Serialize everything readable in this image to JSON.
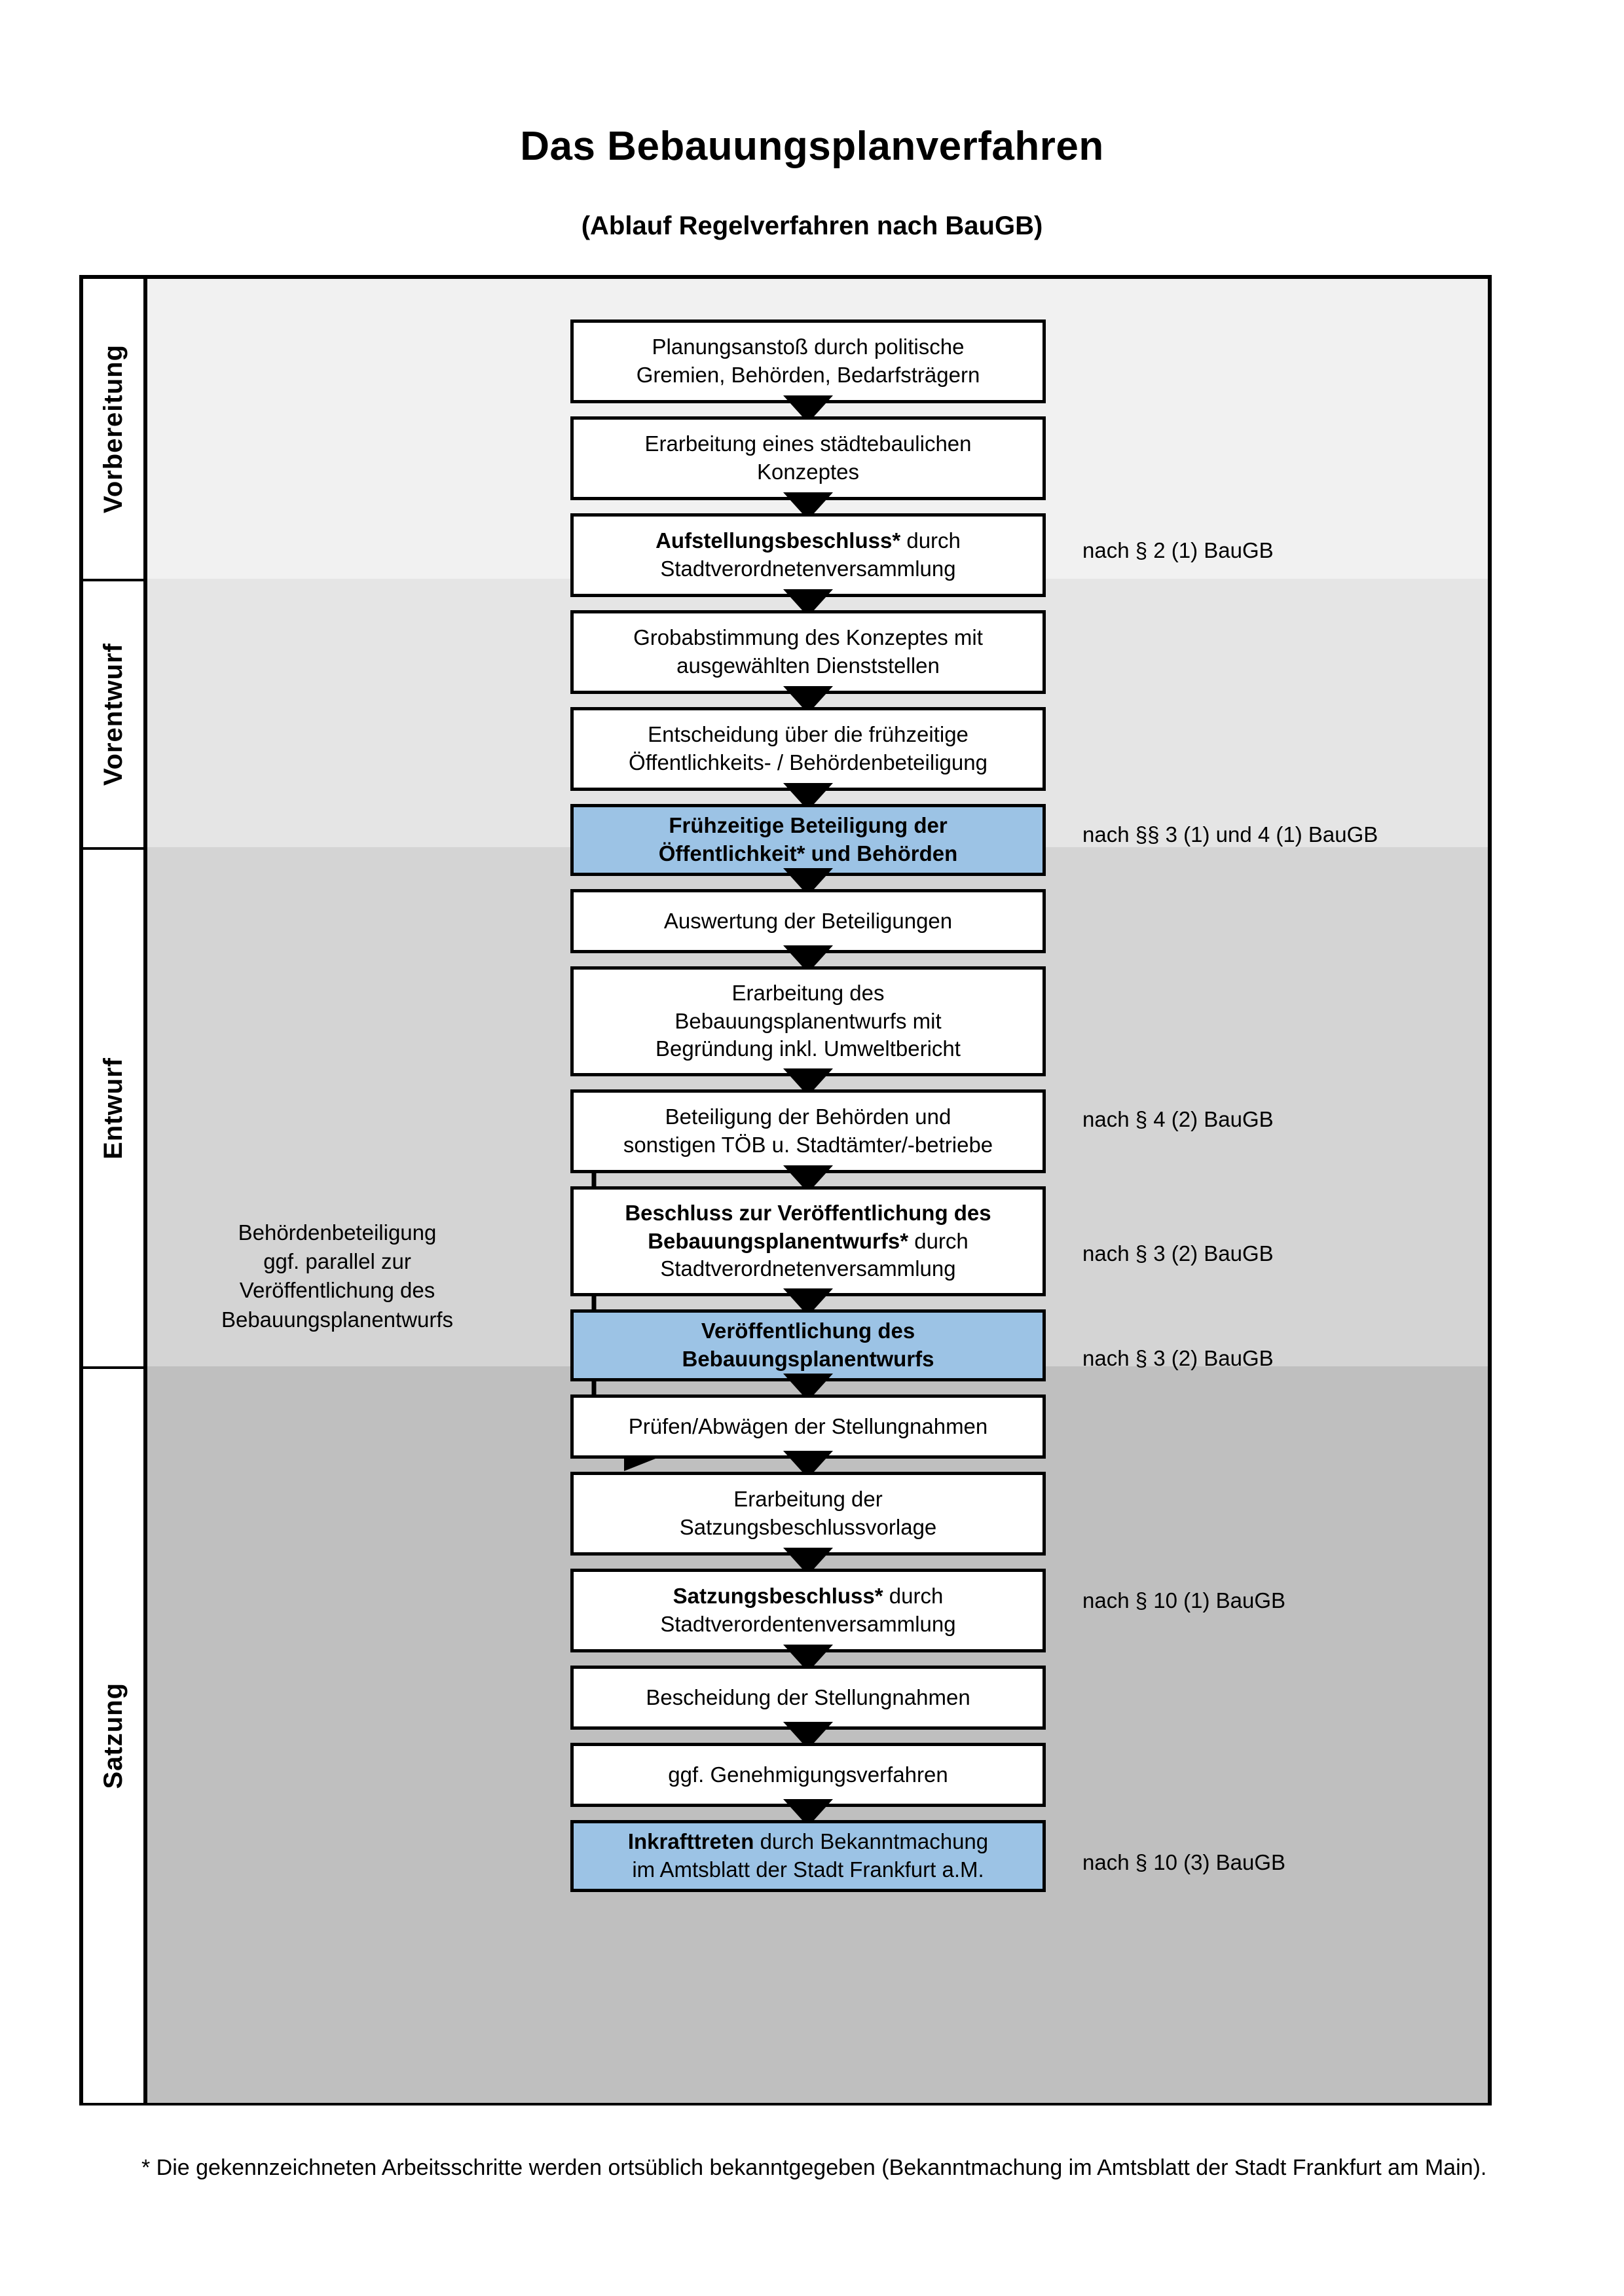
{
  "title": "Das Bebauungsplanverfahren",
  "subtitle": "(Ablauf Regelverfahren nach BauGB)",
  "phases": [
    {
      "label": "Vorbereitung",
      "bg": "#F1F1F1"
    },
    {
      "label": "Vorentwurf",
      "bg": "#E5E5E5"
    },
    {
      "label": "Entwurf",
      "bg": "#D4D4D4"
    },
    {
      "label": "Satzung",
      "bg": "#BFBFBF"
    }
  ],
  "colors": {
    "highlight_box": "#9CC3E5",
    "border": "#000000",
    "box_fill": "#FFFFFF"
  },
  "steps": [
    {
      "id": "planungsanstoss",
      "line1": "Planungsanstoß durch politische",
      "line2": "Gremien, Behörden, Bedarfsträgern",
      "bold": "",
      "highlight": false
    },
    {
      "id": "staedtebau-konzept",
      "line1": "Erarbeitung eines städtebaulichen",
      "line2": "Konzeptes",
      "bold": "",
      "highlight": false
    },
    {
      "id": "aufstellungsbeschluss",
      "bold": "Aufstellungsbeschluss*",
      "line1_rest": " durch",
      "line2": "Stadtverordnetenversammlung",
      "highlight": false
    },
    {
      "id": "grobabstimmung",
      "line1": "Grobabstimmung des Konzeptes mit",
      "line2": "ausgewählten Dienststellen",
      "bold": "",
      "highlight": false
    },
    {
      "id": "entscheidung-fruehzeitig",
      "line1": "Entscheidung über die frühzeitige",
      "line2": "Öffentlichkeits- / Behördenbeteiligung",
      "bold": "",
      "highlight": false
    },
    {
      "id": "fruehzeitige-beteiligung",
      "line1": "Frühzeitige Beteiligung der",
      "line2": "Öffentlichkeit* und Behörden",
      "allbold": true,
      "highlight": true
    },
    {
      "id": "auswertung",
      "line1": "Auswertung der Beteiligungen",
      "bold": "",
      "highlight": false
    },
    {
      "id": "erarbeitung-entwurf",
      "line1": "Erarbeitung des",
      "line2": "Bebauungsplanentwurfs mit",
      "line3": "Begründung inkl. Umweltbericht",
      "highlight": false
    },
    {
      "id": "beteiligung-behoerden",
      "line1": "Beteiligung der Behörden und",
      "line2": "sonstigen TÖB u. Stadtämter/-betriebe",
      "highlight": false
    },
    {
      "id": "beschluss-veroeffentlichung",
      "bold1": "Beschluss zur Veröffentlichung des",
      "bold2": "Bebauungsplanentwurfs*",
      "rest2": " durch",
      "line3": "Stadtverordnetenversammlung",
      "highlight": false
    },
    {
      "id": "veroeffentlichung",
      "line1": "Veröffentlichung des",
      "line2": "Bebauungsplanentwurfs",
      "allbold": true,
      "highlight": true
    },
    {
      "id": "pruefen-abwaegen",
      "line1": "Prüfen/Abwägen der Stellungnahmen",
      "highlight": false
    },
    {
      "id": "satzungsbeschlussvorlage",
      "line1": "Erarbeitung der",
      "line2": "Satzungsbeschlussvorlage",
      "highlight": false
    },
    {
      "id": "satzungsbeschluss",
      "bold": "Satzungsbeschluss*",
      "line1_rest": " durch",
      "line2": "Stadtverordentenversammlung",
      "highlight": false
    },
    {
      "id": "bescheidung",
      "line1": "Bescheidung der Stellungnahmen",
      "highlight": false
    },
    {
      "id": "genehmigungsverfahren",
      "line1": "ggf. Genehmigungsverfahren",
      "highlight": false
    },
    {
      "id": "inkrafttreten",
      "bold": "Inkrafttreten",
      "line1_rest": " durch Bekanntmachung",
      "line2": "im Amtsblatt der Stadt Frankfurt a.M.",
      "highlight": true
    }
  ],
  "references": [
    {
      "id": "ref-par2",
      "text": "nach § 2 (1) BauGB"
    },
    {
      "id": "ref-par3-4-1",
      "text": "nach §§ 3 (1) und 4 (1) BauGB"
    },
    {
      "id": "ref-par4-2",
      "text": "nach § 4 (2) BauGB"
    },
    {
      "id": "ref-par3-2-a",
      "text": "nach § 3 (2) BauGB"
    },
    {
      "id": "ref-par3-2-b",
      "text": "nach § 3 (2) BauGB"
    },
    {
      "id": "ref-par10-1",
      "text": "nach § 10 (1) BauGB"
    },
    {
      "id": "ref-par10-3",
      "text": "nach § 10 (3) BauGB"
    }
  ],
  "side_note": {
    "line1": "Behördenbeteiligung",
    "line2": "ggf. parallel zur",
    "line3": "Veröffentlichung des",
    "line4": "Bebauungsplanentwurfs"
  },
  "footnote": "* Die gekennzeichneten Arbeitsschritte werden ortsüblich bekanntgegeben (Bekanntmachung im Amtsblatt  der Stadt Frankfurt am Main)."
}
